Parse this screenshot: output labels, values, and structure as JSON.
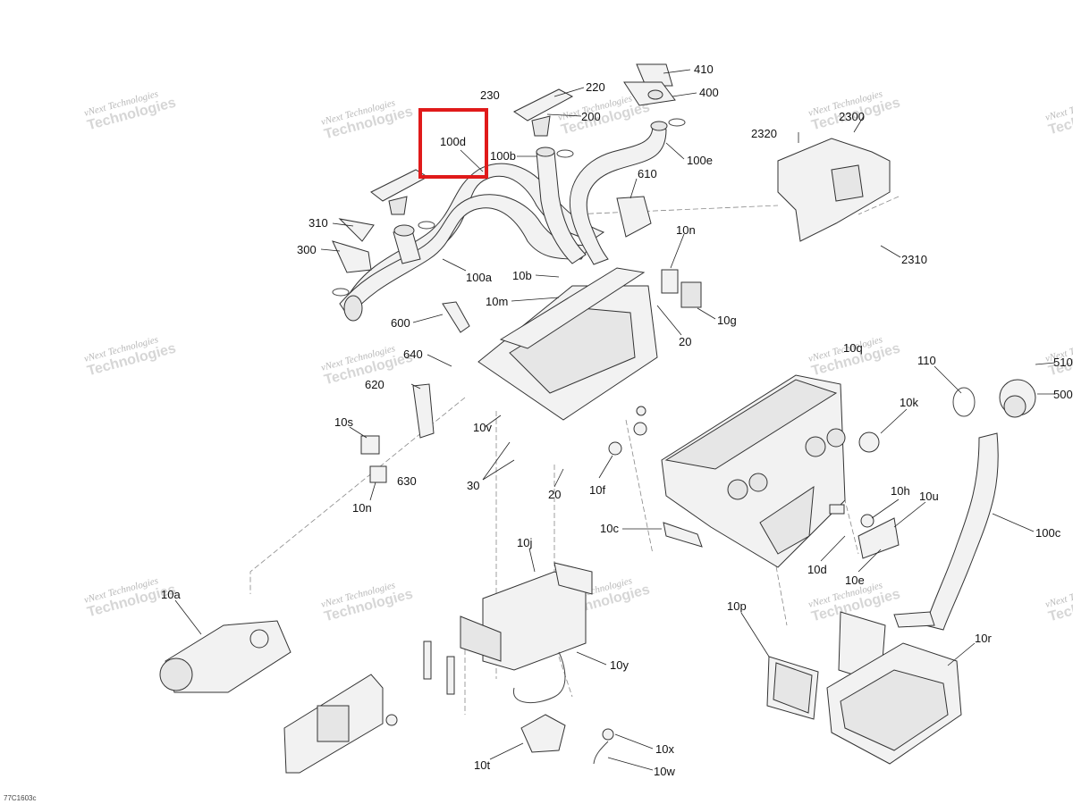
{
  "doc_code": "77C1603c",
  "watermark": {
    "line1": "vNext Technologies",
    "line2": "Technologies"
  },
  "highlight_label": "100d",
  "callouts": {
    "c410": "410",
    "c400": "400",
    "c230": "230",
    "c220": "220",
    "c200": "200",
    "c100d": "100d",
    "c100b": "100b",
    "c100e": "100e",
    "c2320": "2320",
    "c2300": "2300",
    "c610": "610",
    "c310": "310",
    "c300": "300",
    "c100a": "100a",
    "c10n_top": "10n",
    "c10b": "10b",
    "c10m": "10m",
    "c10g": "10g",
    "c20_top": "20",
    "c2310": "2310",
    "c600": "600",
    "c640": "640",
    "c620": "620",
    "c10q": "10q",
    "c110": "110",
    "c510": "510",
    "c500": "500",
    "c10s": "10s",
    "c10k": "10k",
    "c10v": "10v",
    "c630": "630",
    "c10n_bot": "10n",
    "c30": "30",
    "c20_bot": "20",
    "c10f": "10f",
    "c10h": "10h",
    "c10u": "10u",
    "c10c": "10c",
    "c100c": "100c",
    "c10d": "10d",
    "c10e": "10e",
    "c10j": "10j",
    "c10a": "10a",
    "c10p": "10p",
    "c10r": "10r",
    "c10y": "10y",
    "c10x": "10x",
    "c10t": "10t",
    "c10w": "10w"
  }
}
